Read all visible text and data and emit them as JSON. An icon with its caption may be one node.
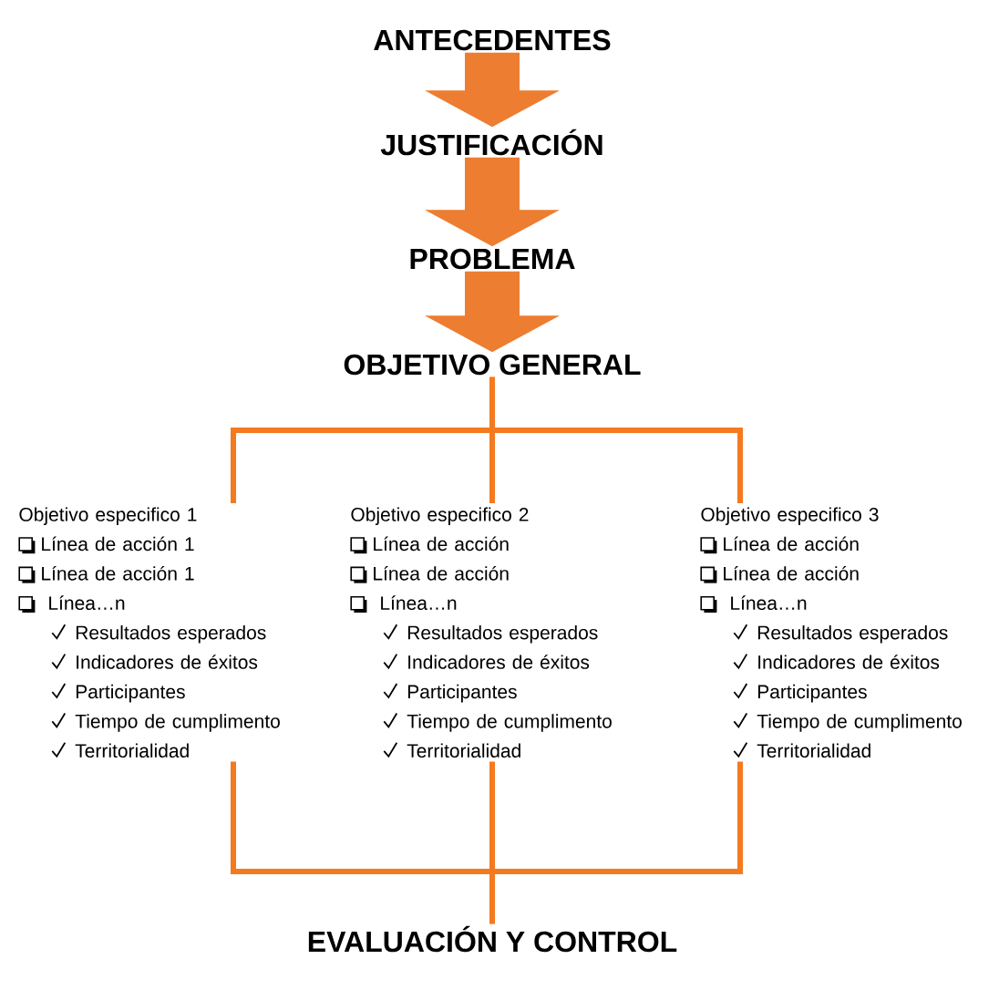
{
  "diagram": {
    "nodes": [
      {
        "text": [
          "ANTECEDENTES"
        ]
      },
      {
        "text": [
          "JUSTIFICACIÓN"
        ]
      },
      {
        "text": [
          "PROBLEMA"
        ]
      },
      {
        "text": [
          "OBJETIVO GENERAL"
        ]
      },
      {
        "text": [
          "Objetivo  especifico 1",
          "Línea de acción 1",
          "Línea de acción 1",
          "Línea…n",
          "Resultados esperados",
          "Indicadores de éxitos",
          "Participantes",
          "Tiempo de cumplimento",
          "Territorialidad"
        ]
      },
      {
        "text": [
          "Objetivo  especifico 2",
          "Línea de acción",
          "Línea de acción",
          "Línea…n",
          "Resultados esperados",
          "Indicadores de éxitos",
          "Participantes",
          "Tiempo de cumplimento",
          "Territorialidad"
        ]
      },
      {
        "text": [
          "Objetivo  especifico 3",
          "Línea de acción",
          "Línea de acción",
          "Línea…n",
          "Resultados esperados",
          "Indicadores de éxitos",
          "Participantes",
          "Tiempo de cumplimento",
          "Territorialidad"
        ]
      },
      {
        "text": [
          "EVALUACIÓN Y CONTROL"
        ]
      }
    ],
    "edges": [
      {
        "from": 0,
        "to": 1,
        "arrow": "to"
      },
      {
        "from": 1,
        "to": 2,
        "arrow": "to"
      },
      {
        "from": 2,
        "to": 3,
        "arrow": "to"
      },
      {
        "from": 3,
        "to": 4,
        "arrow": "none"
      },
      {
        "from": 3,
        "to": 5,
        "arrow": "none"
      },
      {
        "from": 3,
        "to": 6,
        "arrow": "none"
      },
      {
        "from": 4,
        "to": 7,
        "arrow": "none"
      },
      {
        "from": 5,
        "to": 7,
        "arrow": "none"
      },
      {
        "from": 6,
        "to": 7,
        "arrow": "none"
      }
    ]
  }
}
